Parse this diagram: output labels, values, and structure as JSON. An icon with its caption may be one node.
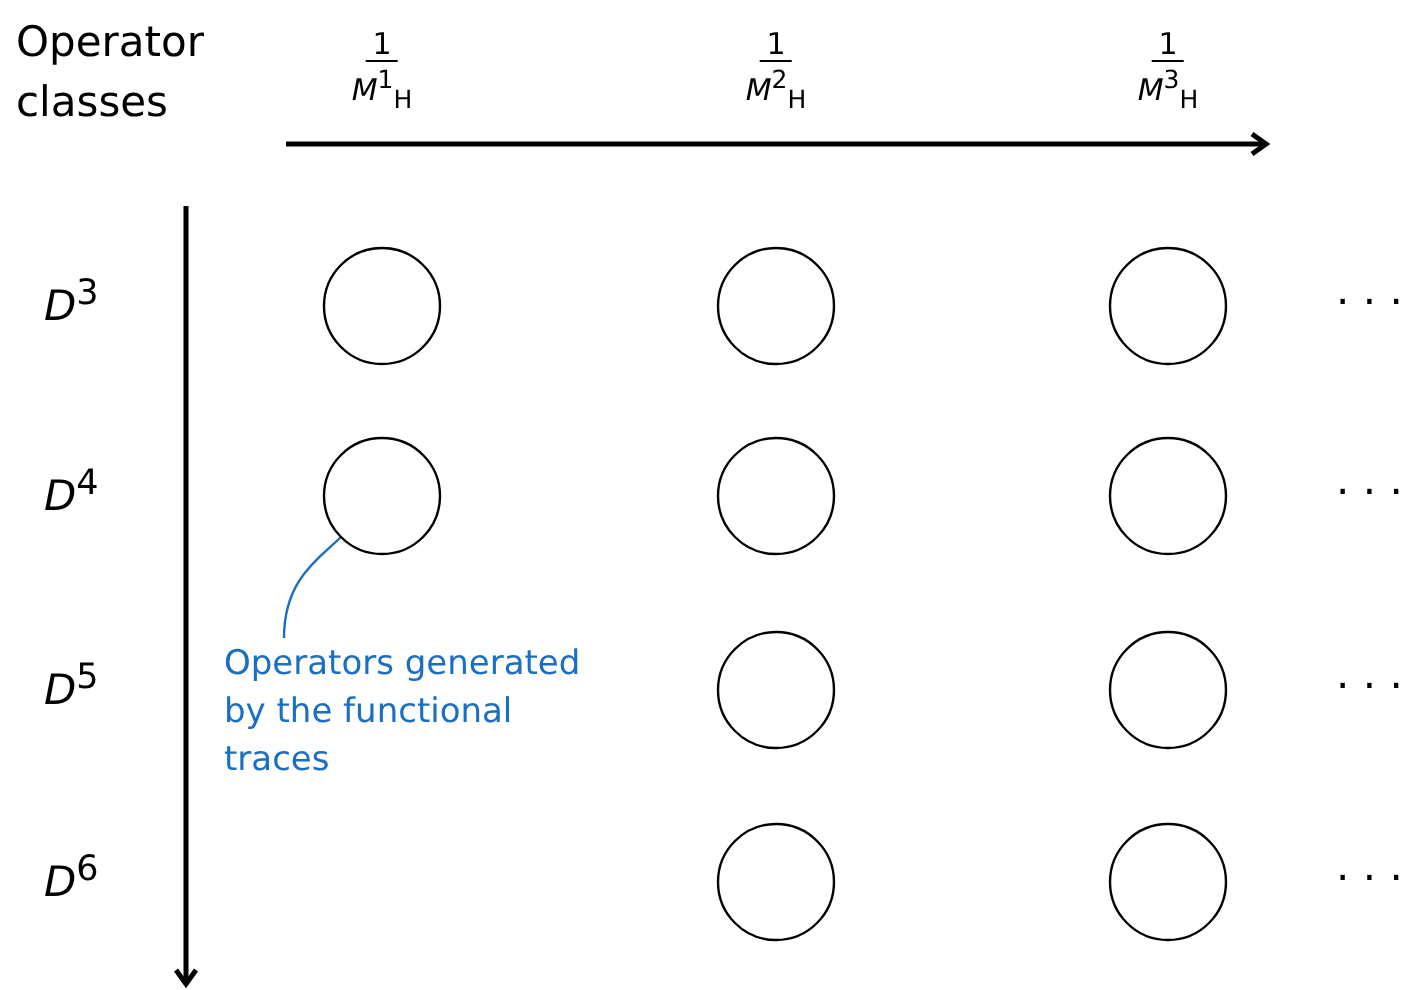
{
  "diagram": {
    "nodes": [
      {
        "text": [],
        "shape": "circle"
      },
      {
        "text": [],
        "shape": "circle"
      },
      {
        "text": [],
        "shape": "circle"
      },
      {
        "text": [],
        "shape": "circle"
      },
      {
        "text": [],
        "shape": "circle"
      },
      {
        "text": [],
        "shape": "circle"
      },
      {
        "text": [],
        "shape": "circle"
      },
      {
        "text": [],
        "shape": "circle"
      },
      {
        "text": [],
        "shape": "circle"
      },
      {
        "text": [],
        "shape": "circle"
      },
      {
        "text": [
          "Operators generated by the functional traces"
        ]
      }
    ],
    "edges": [
      {
        "from": 10,
        "to": 3,
        "arrow": "none"
      }
    ],
    "labels": [
      "Operator classes",
      "1",
      "*M*$^{1}$$_{H}$",
      "1",
      "*M*$^{2}$$_{H}$",
      "1",
      "*M*$^{3}$$_{H}$",
      "*D*$^{3}$",
      "· · ·",
      "*D*$^{4}$",
      "· · ·",
      "*D*$^{5}$",
      "· · ·",
      "*D*$^{6}$",
      "· · ·"
    ]
  }
}
